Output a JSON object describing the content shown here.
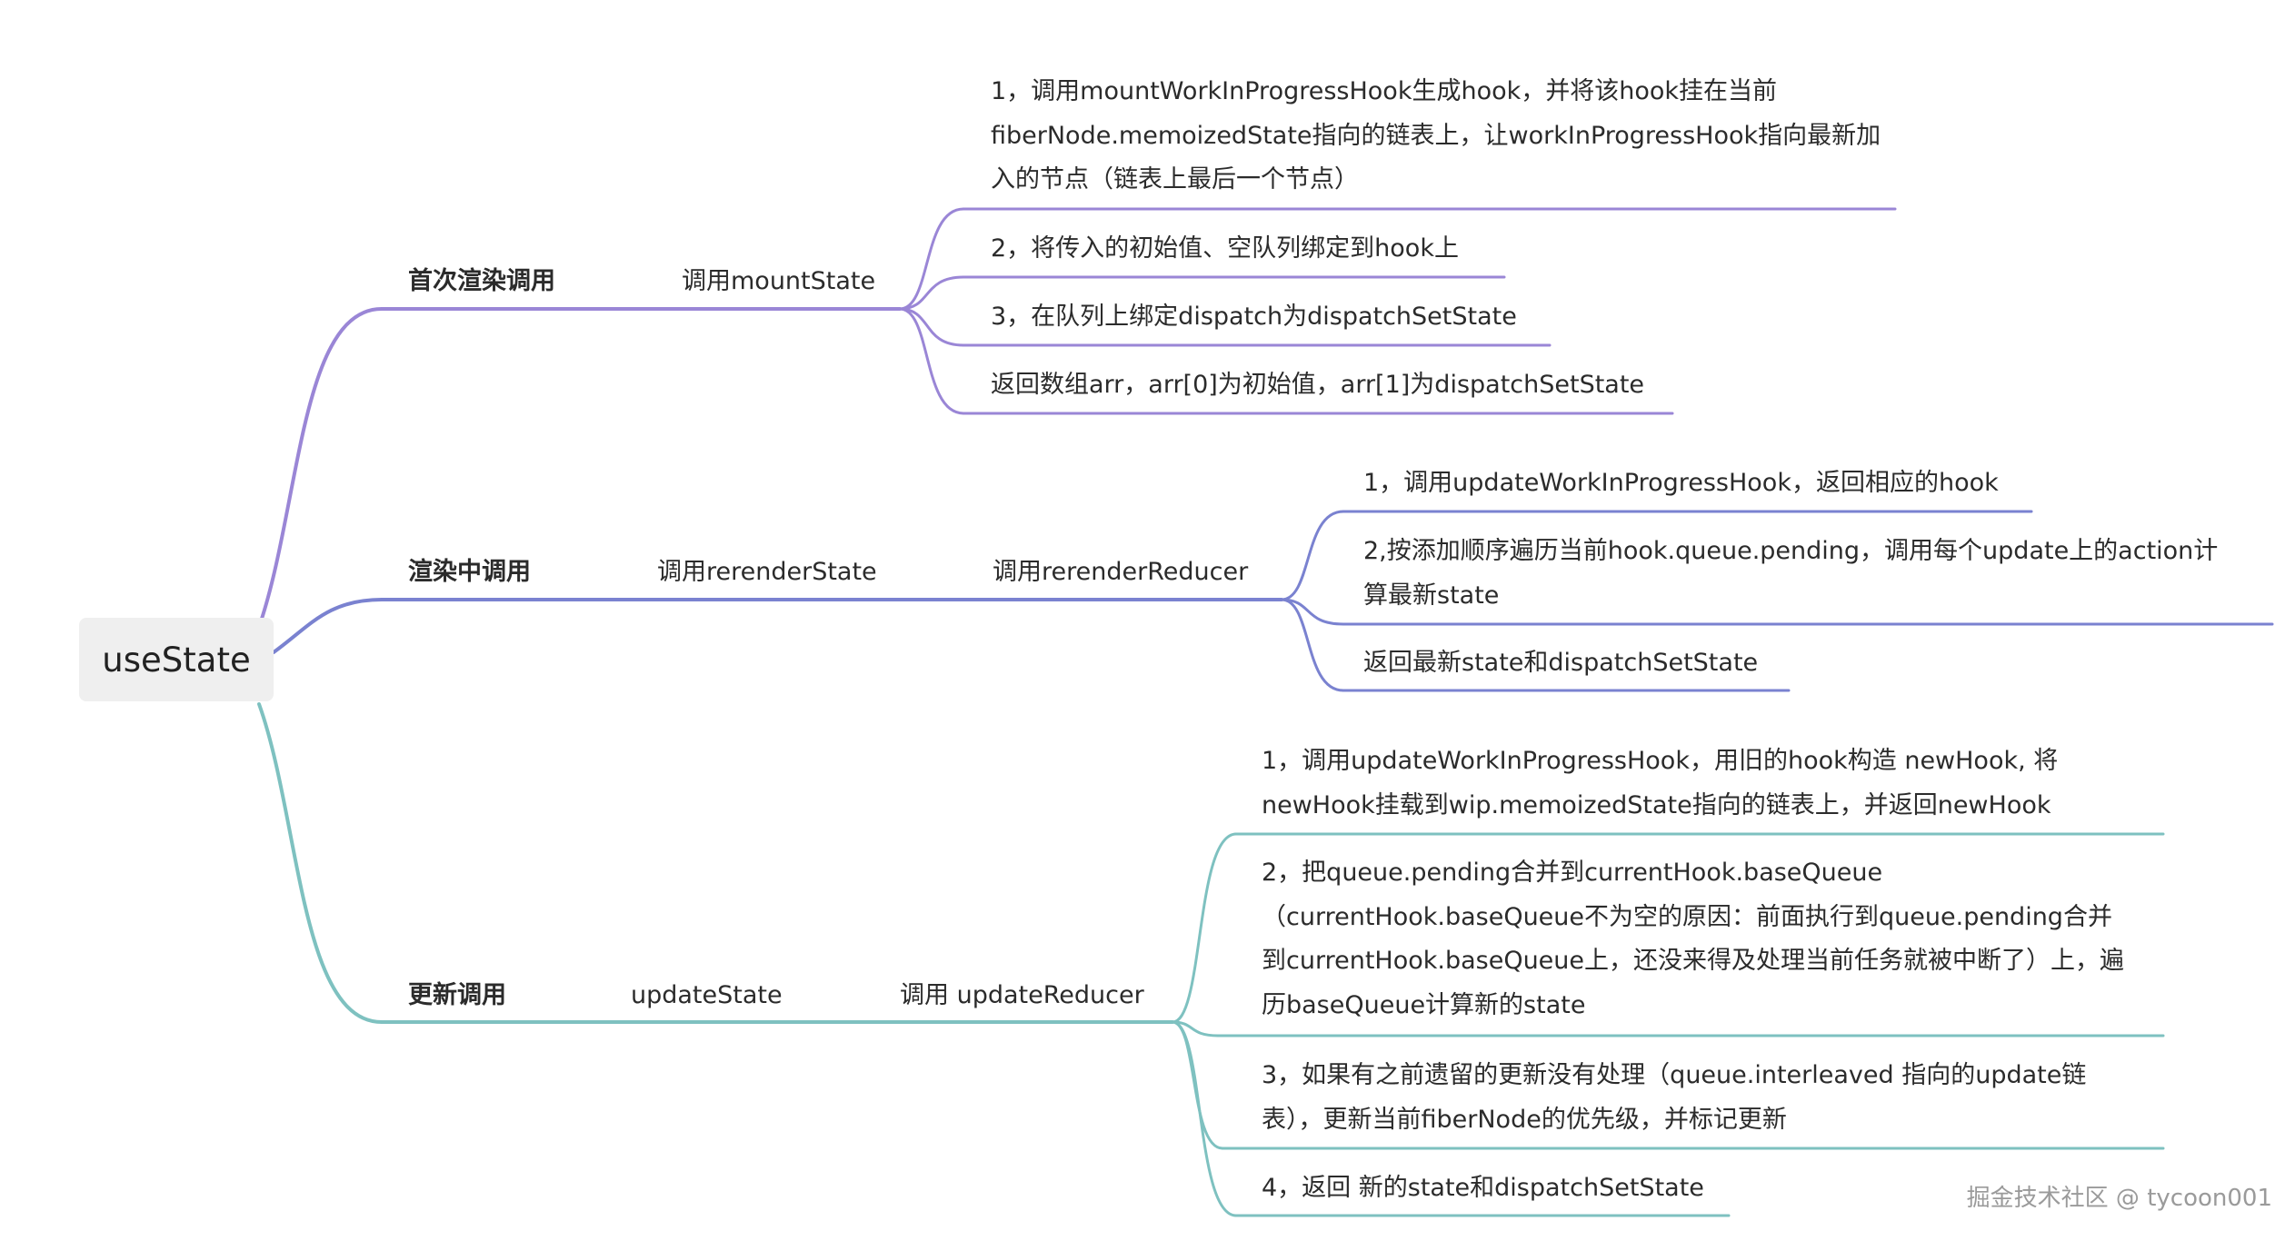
{
  "root": "useState",
  "colors": {
    "purple": "#9a86d6",
    "indigo": "#7a82d0",
    "teal": "#7ec1c0",
    "text": "#2b2b2b"
  },
  "branches": [
    {
      "label": "首次渲染调用",
      "color": "purple",
      "chain": [
        "调用mountState"
      ],
      "leaves": [
        "1，调用mountWorkInProgressHook生成hook，并将该hook挂在当前fiberNode.memoizedState指向的链表上，让workInProgressHook指向最新加入的节点（链表上最后一个节点）",
        "2，将传入的初始值、空队列绑定到hook上",
        "3，在队列上绑定dispatch为dispatchSetState",
        "返回数组arr，arr[0]为初始值，arr[1]为dispatchSetState"
      ]
    },
    {
      "label": "渲染中调用",
      "color": "indigo",
      "chain": [
        "调用rerenderState",
        "调用rerenderReducer"
      ],
      "leaves": [
        "1，调用updateWorkInProgressHook，返回相应的hook",
        "2,按添加顺序遍历当前hook.queue.pending，调用每个update上的action计算最新state",
        "返回最新state和dispatchSetState"
      ]
    },
    {
      "label": "更新调用",
      "color": "teal",
      "chain": [
        "updateState",
        "调用 updateReducer"
      ],
      "leaves": [
        "1，调用updateWorkInProgressHook，用旧的hook构造 newHook, 将newHook挂载到wip.memoizedState指向的链表上，并返回newHook",
        "2，把queue.pending合并到currentHook.baseQueue（currentHook.baseQueue不为空的原因：前面执行到queue.pending合并到currentHook.baseQueue上，还没来得及处理当前任务就被中断了）上，遍历baseQueue计算新的state",
        "3，如果有之前遗留的更新没有处理（queue.interleaved 指向的update链表），更新当前fiberNode的优先级，并标记更新",
        "4，返回 新的state和dispatchSetState"
      ]
    }
  ],
  "watermark": "掘金技术社区 @ tycoon001"
}
